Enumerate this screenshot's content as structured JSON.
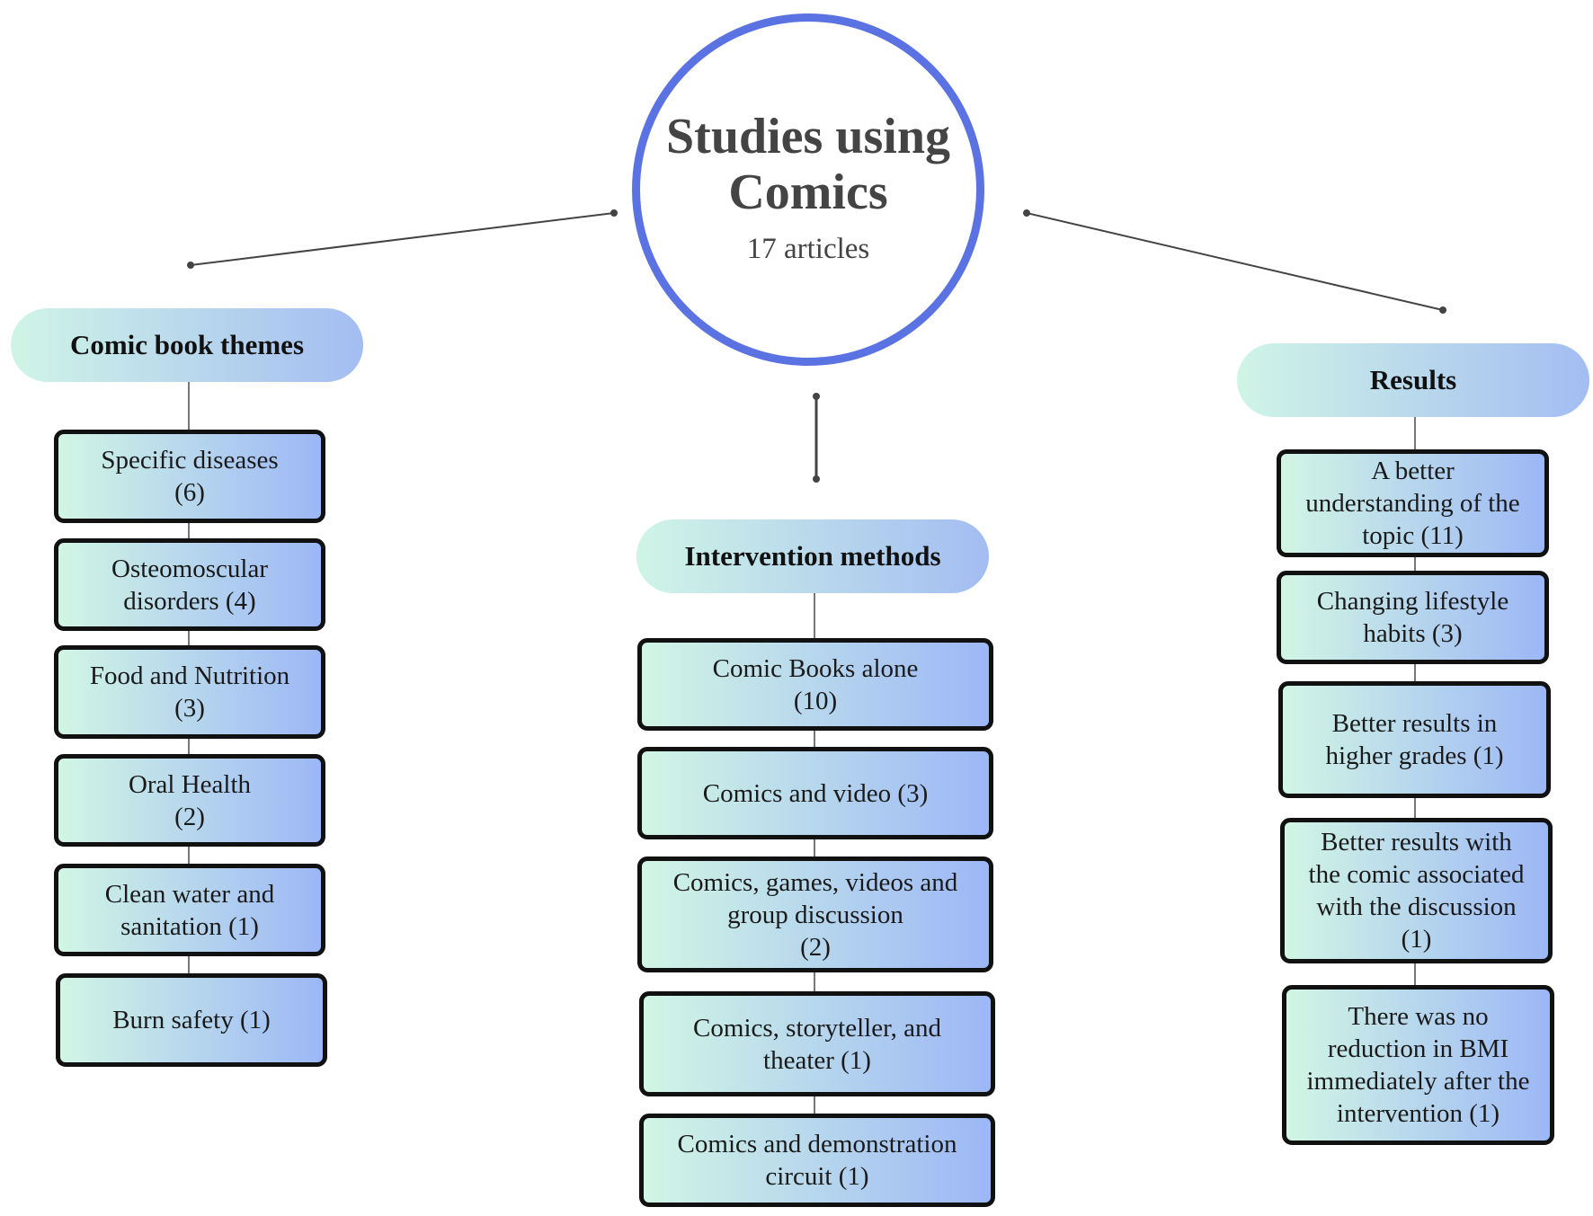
{
  "center": {
    "title_line1": "Studies using",
    "title_line2": "Comics",
    "subtitle": "17 articles",
    "border_color": "#5b72e2"
  },
  "branches": {
    "themes": {
      "label": "Comic book themes",
      "items": [
        {
          "line1": "Specific diseases",
          "line2": "(6)"
        },
        {
          "line1": "Osteomoscular",
          "line2": "disorders (4)"
        },
        {
          "line1": "Food and Nutrition",
          "line2": "(3)"
        },
        {
          "line1": "Oral Health",
          "line2": "(2)"
        },
        {
          "line1": "Clean water and",
          "line2": "sanitation (1)"
        },
        {
          "line1": "Burn safety (1)"
        }
      ]
    },
    "methods": {
      "label": "Intervention methods",
      "items": [
        {
          "line1": "Comic Books alone",
          "line2": "(10)"
        },
        {
          "line1": "Comics and video (3)"
        },
        {
          "line1": "Comics, games, videos and",
          "line2": "group discussion",
          "line3": "(2)"
        },
        {
          "line1": "Comics, storyteller, and",
          "line2": "theater (1)"
        },
        {
          "line1": "Comics and demonstration",
          "line2": "circuit (1)"
        }
      ]
    },
    "results": {
      "label": "Results",
      "items": [
        {
          "line1": "A better",
          "line2": "understanding of the",
          "line3": "topic (11)"
        },
        {
          "line1": "Changing lifestyle",
          "line2": "habits (3)"
        },
        {
          "line1": "Better results in",
          "line2": "higher grades (1)"
        },
        {
          "line1": "Better results with",
          "line2": "the comic associated",
          "line3": "with the discussion",
          "line4": "(1)"
        },
        {
          "line1": "There was no",
          "line2": "reduction in BMI",
          "line3": "immediately after the",
          "line4": "intervention (1)"
        }
      ]
    }
  },
  "colors": {
    "pill_gradient_start": "#cff5e6",
    "pill_gradient_end": "#a3bdf2",
    "box_gradient_start": "#d1f6e4",
    "box_gradient_end": "#9cb7f6",
    "box_border": "#111111",
    "connector": "#444444"
  }
}
